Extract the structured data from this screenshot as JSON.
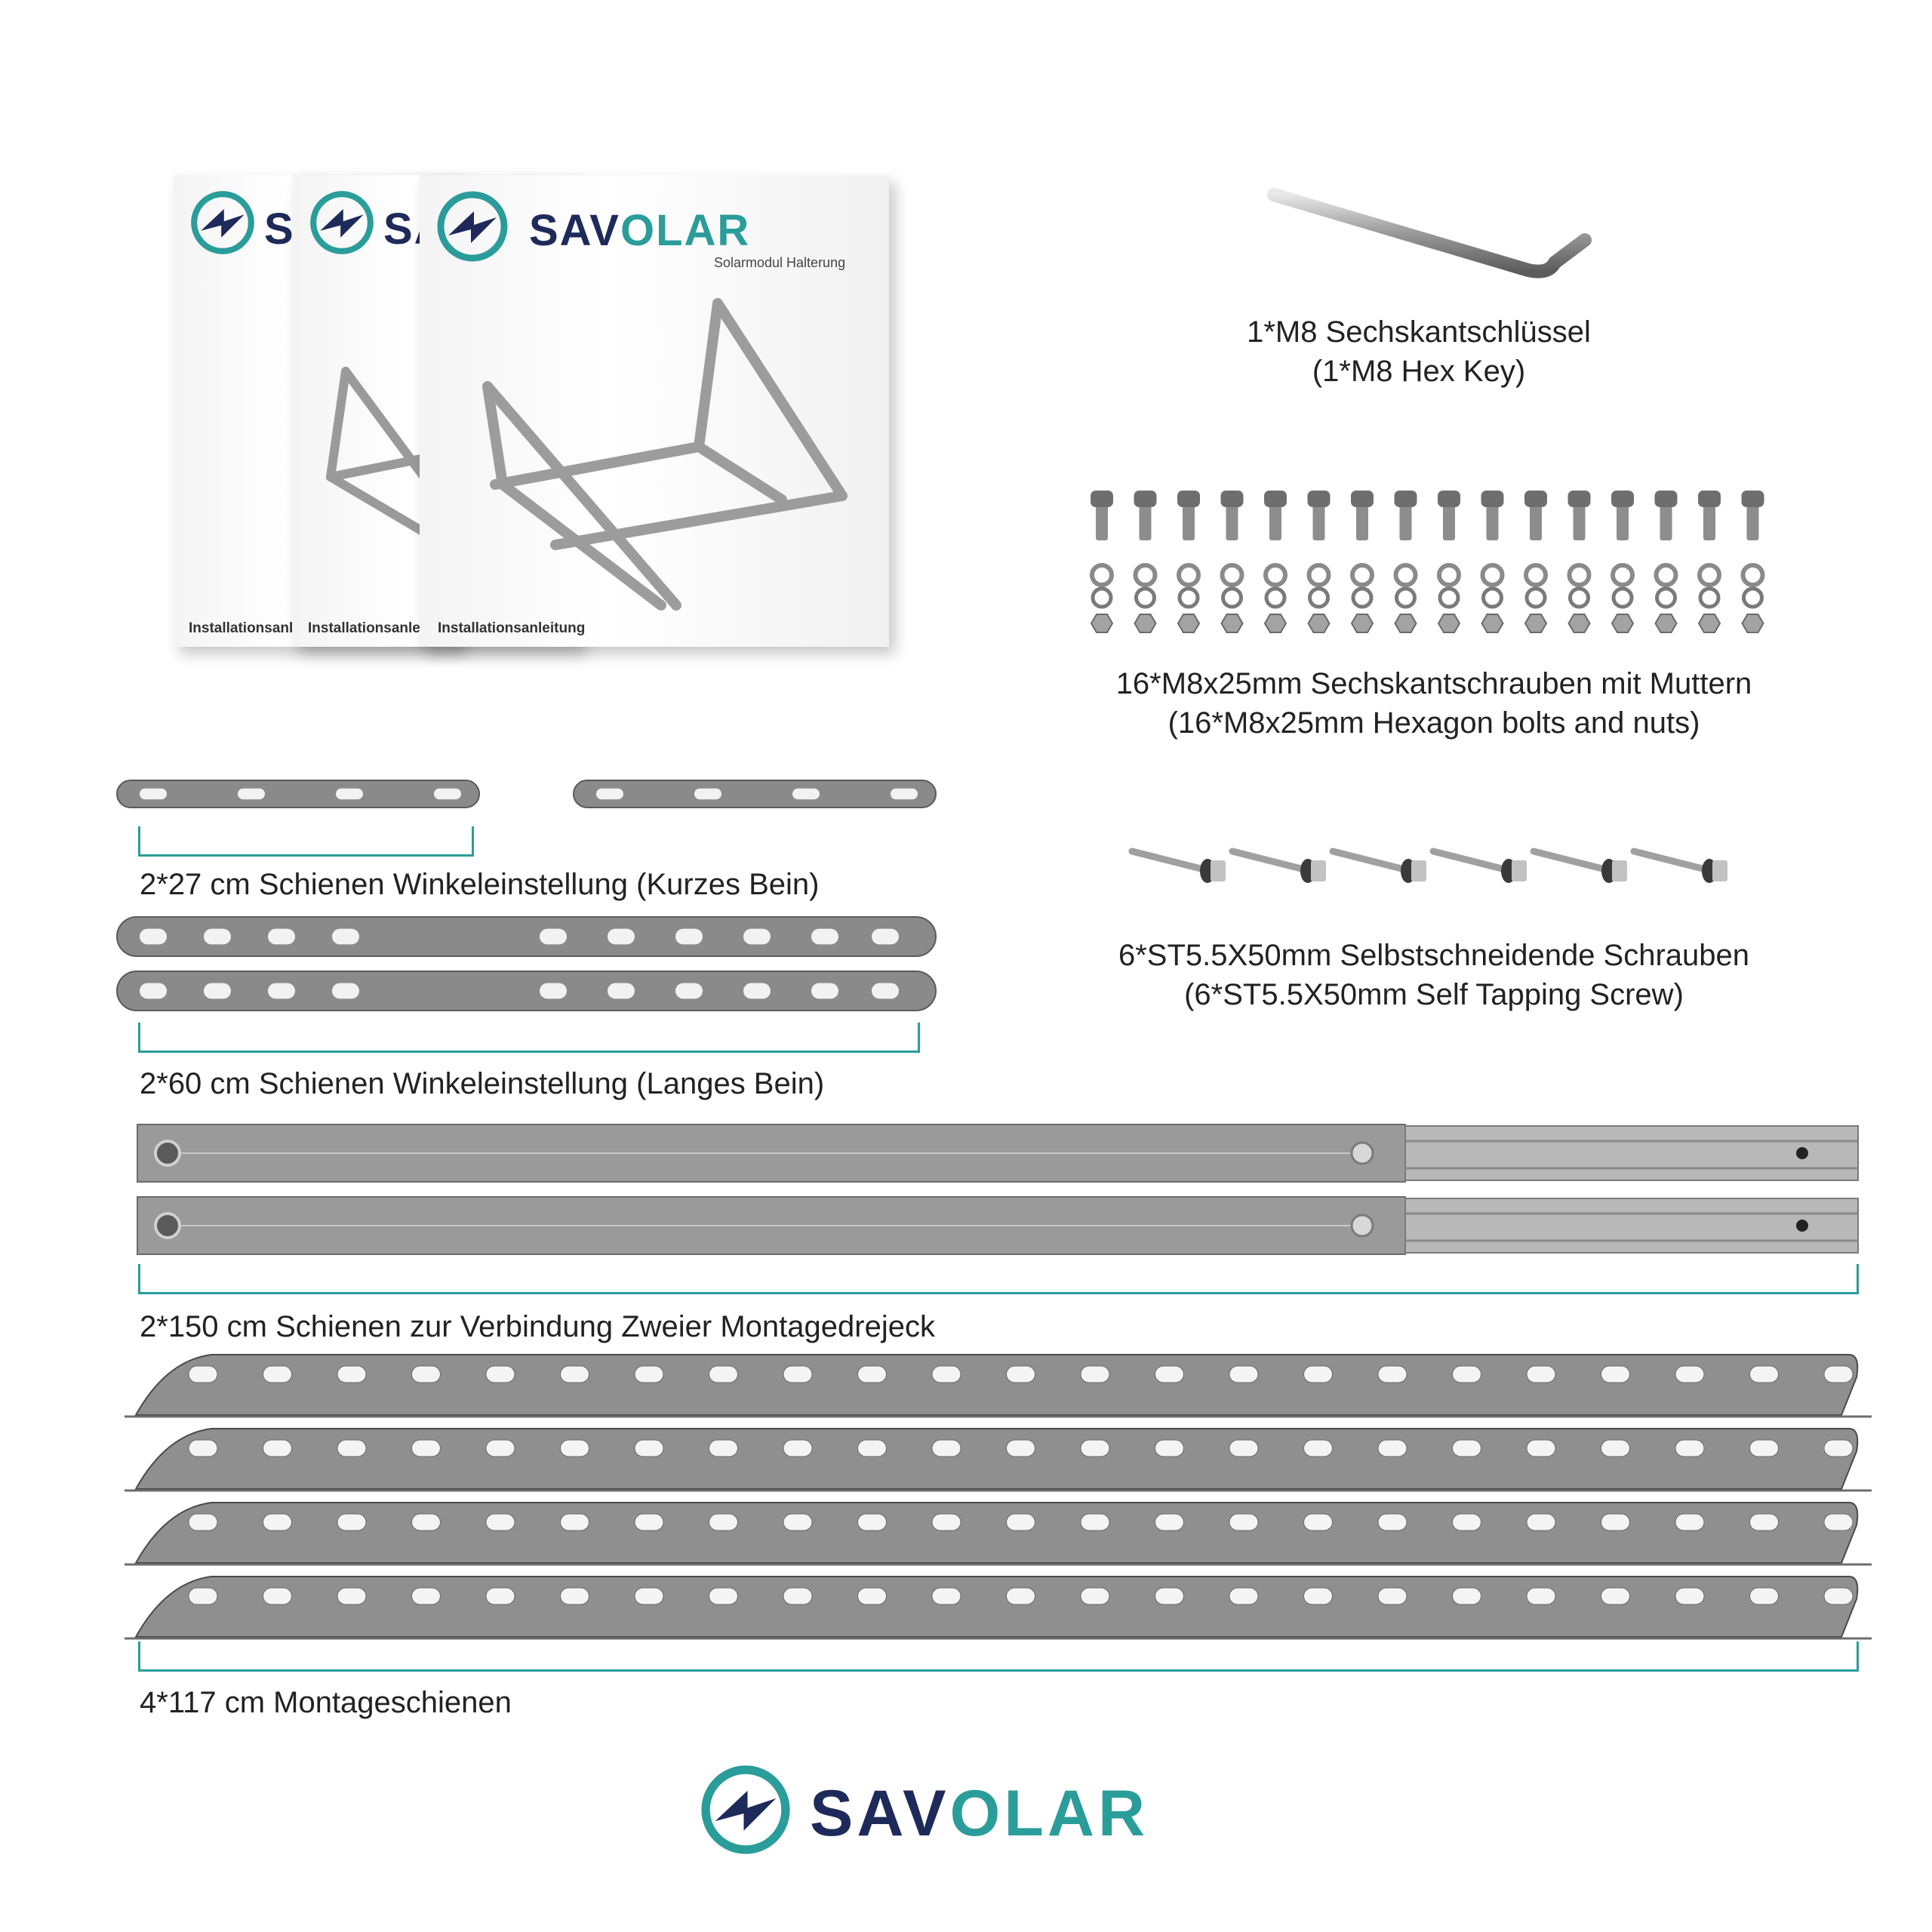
{
  "manual": {
    "brand_part1": "SAV",
    "brand_part2": "OLAR",
    "subtitle": "Solarmodul Halterung",
    "footer": "Installationsanleitung",
    "footer_short_1": "Installationsanlei",
    "footer_short_2": "Installationsanlei"
  },
  "items": {
    "hex_key": {
      "line1": "1*M8 Sechskantschlüssel",
      "line2": "(1*M8 Hex Key)"
    },
    "bolts": {
      "line1": "16*M8x25mm Sechskantschrauben mit Muttern",
      "line2": "(16*M8x25mm Hexagon bolts and nuts)"
    },
    "screws": {
      "line1": "6*ST5.5X50mm Selbstschneidende Schrauben",
      "line2": "(6*ST5.5X50mm Self Tapping Screw)"
    },
    "short_leg": "2*27 cm Schienen Winkeleinstellung (Kurzes Bein)",
    "long_leg": "2*60 cm Schienen Winkeleinstellung (Langes Bein)",
    "connect_rails": "2*150 cm Schienen zur Verbindung Zweier Montagedrejeck",
    "mount_rails": "4*117 cm Montageschienen"
  },
  "counts": {
    "bolts": 16,
    "screws": 6,
    "short_rails": 2,
    "long_rails": 2,
    "connect_rails": 2,
    "mount_rails": 4
  },
  "brand": {
    "part1": "SAV",
    "part2": "OLAR"
  },
  "colors": {
    "navy": "#1e2a5a",
    "teal": "#2a9d9a"
  }
}
